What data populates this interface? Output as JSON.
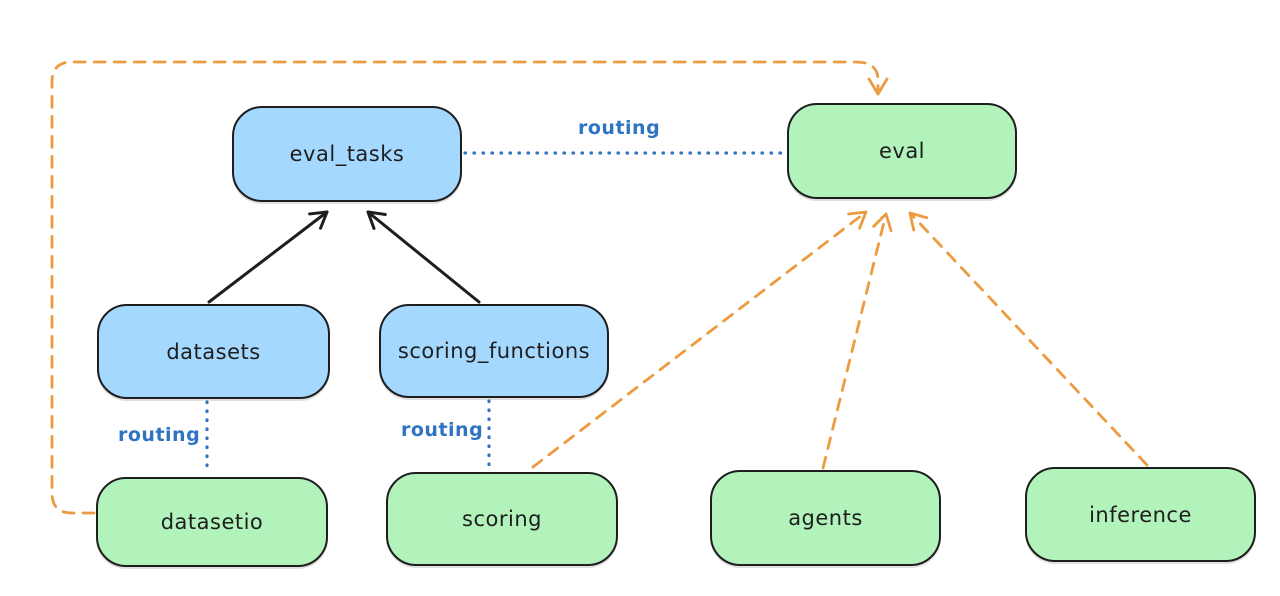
{
  "diagram": {
    "type": "flowchart",
    "background": "#ffffff",
    "colors": {
      "blue_fill": "#a5d8ff",
      "green_fill": "#b2f2bb",
      "stroke": "#1e1e1e",
      "routing_blue": "#2f74c2",
      "orange": "#ed9b40",
      "bg": "#ffffff"
    },
    "nodes": [
      {
        "id": "eval_tasks",
        "label": "eval_tasks",
        "fill": "blue"
      },
      {
        "id": "eval",
        "label": "eval",
        "fill": "green"
      },
      {
        "id": "datasets",
        "label": "datasets",
        "fill": "blue"
      },
      {
        "id": "scoring_functions",
        "label": "scoring_functions",
        "fill": "blue"
      },
      {
        "id": "datasetio",
        "label": "datasetio",
        "fill": "green"
      },
      {
        "id": "scoring",
        "label": "scoring",
        "fill": "green"
      },
      {
        "id": "agents",
        "label": "agents",
        "fill": "green"
      },
      {
        "id": "inference",
        "label": "inference",
        "fill": "green"
      }
    ],
    "edges": [
      {
        "from": "datasets",
        "to": "eval_tasks",
        "style": "solid",
        "color": "black",
        "arrow": true,
        "label": ""
      },
      {
        "from": "scoring_functions",
        "to": "eval_tasks",
        "style": "solid",
        "color": "black",
        "arrow": true,
        "label": ""
      },
      {
        "from": "eval_tasks",
        "to": "eval",
        "style": "dotted",
        "color": "blue",
        "arrow": false,
        "label": "routing"
      },
      {
        "from": "datasets",
        "to": "datasetio",
        "style": "dotted",
        "color": "blue",
        "arrow": false,
        "label": "routing"
      },
      {
        "from": "scoring_functions",
        "to": "scoring",
        "style": "dotted",
        "color": "blue",
        "arrow": false,
        "label": "routing"
      },
      {
        "from": "datasetio",
        "to": "eval",
        "style": "dashed",
        "color": "orange",
        "arrow": true,
        "label": ""
      },
      {
        "from": "scoring",
        "to": "eval",
        "style": "dashed",
        "color": "orange",
        "arrow": true,
        "label": ""
      },
      {
        "from": "agents",
        "to": "eval",
        "style": "dashed",
        "color": "orange",
        "arrow": true,
        "label": ""
      },
      {
        "from": "inference",
        "to": "eval",
        "style": "dashed",
        "color": "orange",
        "arrow": true,
        "label": ""
      }
    ]
  }
}
